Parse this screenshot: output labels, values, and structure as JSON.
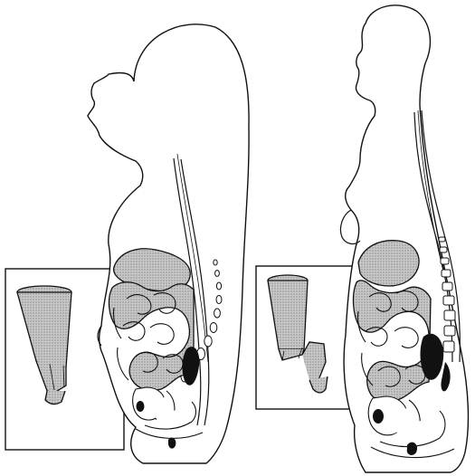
{
  "figure": {
    "panels": [
      {
        "name": "child-figure",
        "inset_shape": "funnel-with-narrow-angled-base",
        "organs_shown": [
          "stomach",
          "large-intestine",
          "small-intestine",
          "spine-vertebrae",
          "pelvic-organs"
        ]
      },
      {
        "name": "adult-woman-figure",
        "inset_shape": "funnel-with-bent-s-shaped-base",
        "organs_shown": [
          "stomach",
          "large-intestine",
          "small-intestine",
          "spine-vertebrae",
          "pelvic-organs"
        ]
      }
    ],
    "colors": {
      "line": "#111111",
      "organ_fill": "#bdbdbd",
      "dark_fill": "#111111",
      "background": "#ffffff"
    },
    "icons": [
      "funnel-icon",
      "funnel-icon"
    ]
  }
}
